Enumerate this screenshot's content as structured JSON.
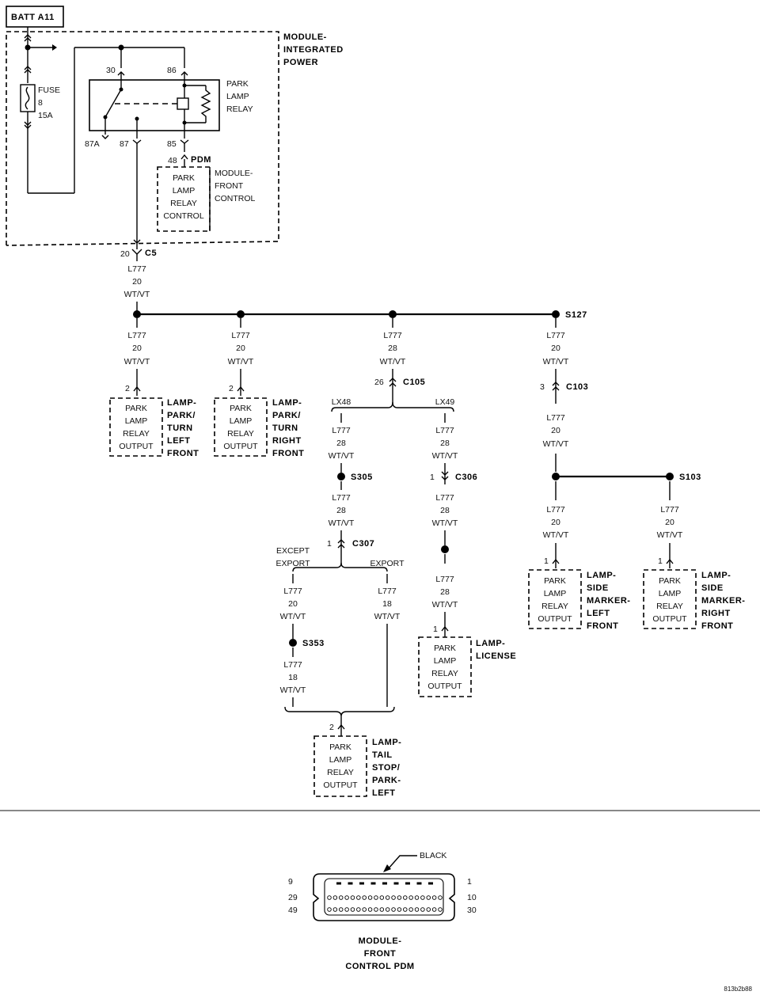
{
  "battery_label": "BATT A11",
  "pdm_title": [
    "MODULE-",
    "INTEGRATED",
    "POWER"
  ],
  "fuse": {
    "label": "FUSE",
    "number": "8",
    "rating": "15A"
  },
  "relay": {
    "name": [
      "PARK",
      "LAMP",
      "RELAY"
    ],
    "pin_30": "30",
    "pin_86": "86",
    "pin_87a": "87A",
    "pin_87": "87",
    "pin_85": "85"
  },
  "fcm": {
    "pin": "48",
    "connector": "PDM",
    "box": [
      "PARK",
      "LAMP",
      "RELAY",
      "CONTROL"
    ],
    "title": [
      "MODULE-",
      "FRONT",
      "CONTROL"
    ]
  },
  "c5": {
    "pin": "20",
    "name": "C5"
  },
  "wire_l777_20": [
    "L777",
    "20",
    "WT/VT"
  ],
  "wire_l777_28": [
    "L777",
    "28",
    "WT/VT"
  ],
  "wire_l777_18": [
    "L777",
    "18",
    "WT/VT"
  ],
  "splices": {
    "s127": "S127",
    "s305": "S305",
    "s353": "S353",
    "s103": "S103"
  },
  "connectors": {
    "c105": {
      "pin": "26",
      "name": "C105"
    },
    "c103": {
      "pin": "3",
      "name": "C103"
    },
    "c306": {
      "pin": "1",
      "name": "C306"
    },
    "c307": {
      "pin": "1",
      "name": "C307"
    }
  },
  "branches": {
    "lx48": "LX48",
    "lx49": "LX49",
    "except_export": [
      "EXCEPT",
      "EXPORT"
    ],
    "export": "EXPORT"
  },
  "output_box": [
    "PARK",
    "LAMP",
    "RELAY",
    "OUTPUT"
  ],
  "lamps": {
    "left_front": {
      "pin": "2",
      "title": [
        "LAMP-",
        "PARK/",
        "TURN",
        "LEFT",
        "FRONT"
      ]
    },
    "right_front": {
      "pin": "2",
      "title": [
        "LAMP-",
        "PARK/",
        "TURN",
        "RIGHT",
        "FRONT"
      ]
    },
    "side_left": {
      "pin": "1",
      "title": [
        "LAMP-",
        "SIDE",
        "MARKER-",
        "LEFT",
        "FRONT"
      ]
    },
    "side_right": {
      "pin": "1",
      "title": [
        "LAMP-",
        "SIDE",
        "MARKER-",
        "RIGHT",
        "FRONT"
      ]
    },
    "license": {
      "pin": "1",
      "title": [
        "LAMP-",
        "LICENSE"
      ]
    },
    "tail": {
      "pin": "2",
      "title": [
        "LAMP-",
        "TAIL",
        "STOP/",
        "PARK-",
        "LEFT"
      ]
    }
  },
  "connector_view": {
    "color": "BLACK",
    "pins_left": [
      "9",
      "29",
      "49"
    ],
    "pins_right": [
      "1",
      "10",
      "30"
    ],
    "title": [
      "MODULE-",
      "FRONT",
      "CONTROL PDM"
    ]
  },
  "figure_id": "813b2b88"
}
